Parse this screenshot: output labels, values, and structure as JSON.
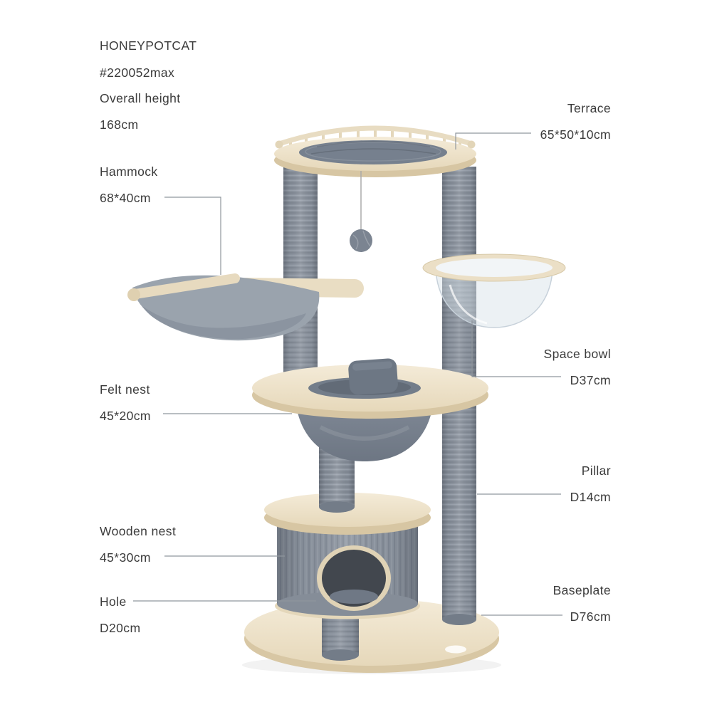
{
  "brand": "HONEYPOTCAT",
  "model": "#220052max",
  "specs": {
    "overall_height": {
      "label": "Overall height",
      "value": "168cm"
    },
    "hammock": {
      "label": "Hammock",
      "value": "68*40cm"
    },
    "felt_nest": {
      "label": "Felt nest",
      "value": "45*20cm"
    },
    "wooden_nest": {
      "label": "Wooden nest",
      "value": "45*30cm"
    },
    "hole": {
      "label": "Hole",
      "value": "D20cm"
    },
    "terrace": {
      "label": "Terrace",
      "value": "65*50*10cm"
    },
    "space_bowl": {
      "label": "Space bowl",
      "value": "D37cm"
    },
    "pillar": {
      "label": "Pillar",
      "value": "D14cm"
    },
    "baseplate": {
      "label": "Baseplate",
      "value": "D76cm"
    }
  },
  "colors": {
    "background": "#ffffff",
    "text": "#3b3b3b",
    "wood_light": "#f0e6d0",
    "wood_shadow": "#d7c6a3",
    "fabric_gray": "#8a929d",
    "cushion_gray": "#76808e",
    "felt_gray": "#76808d",
    "hole_dark": "#42474e",
    "callout_line": "#8f969d"
  }
}
